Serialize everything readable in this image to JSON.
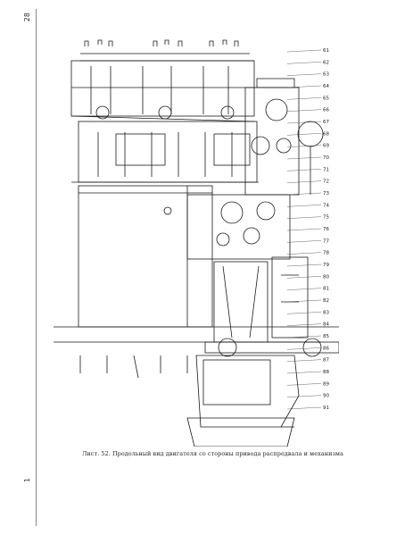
{
  "page": {
    "mark_top": "28",
    "mark_bottom": "1"
  },
  "figure": {
    "caption": "Лист. 52. Продольный вид двигателя со стороны привода распредвала и механизма"
  },
  "callouts": [
    "61",
    "62",
    "63",
    "64",
    "65",
    "66",
    "67",
    "68",
    "69",
    "70",
    "71",
    "72",
    "73",
    "74",
    "75",
    "76",
    "77",
    "78",
    "79",
    "80",
    "81",
    "82",
    "83",
    "84",
    "85",
    "86",
    "87",
    "88",
    "89",
    "90",
    "91"
  ]
}
